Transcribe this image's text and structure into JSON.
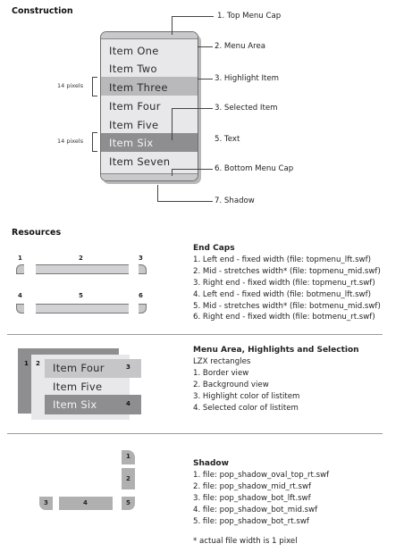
{
  "construction": {
    "title": "Construction",
    "menu_items": [
      "Item One",
      "Item Two",
      "Item Three",
      "Item Four",
      "Item Five",
      "Item Six",
      "Item Seven"
    ],
    "callouts": [
      "1. Top Menu Cap",
      "2. Menu Area",
      "3. Highlight Item",
      "3. Selected Item",
      "5. Text",
      "6. Bottom Menu Cap",
      "7. Shadow"
    ],
    "pixel_label": "14  pixels"
  },
  "resources": {
    "title": "Resources",
    "endcaps": {
      "title": "End Caps",
      "nums": [
        "1",
        "2",
        "3",
        "4",
        "5",
        "6"
      ],
      "items": [
        "1. Left end - fixed width (file: topmenu_lft.swf)",
        "2. Mid - stretches width* (file: topmenu_mid.swf)",
        "3. Right end - fixed width (file: topmenu_rt.swf)",
        "4. Left end - fixed width (file: botmenu_lft.swf)",
        "5.  Mid - stretches width* (file: botmenu_mid.swf)",
        "6. Right end - fixed width (file: botmenu_rt.swf)"
      ]
    },
    "menu_area": {
      "title": "Menu Area, Highlights and Selection",
      "subtitle": "LZX rectangles",
      "nums": [
        "1",
        "2",
        "3",
        "4"
      ],
      "demo_items": [
        "Item Four",
        "Item Five",
        "Item Six"
      ],
      "items": [
        "1. Border view",
        "2. Background view",
        "3. Highlight color of listitem",
        "4. Selected color of listitem"
      ]
    },
    "shadow": {
      "title": "Shadow",
      "nums": [
        "1",
        "2",
        "3",
        "4",
        "5"
      ],
      "items": [
        "1. file: pop_shadow_oval_top_rt.swf",
        "2. file: pop_shadow_mid_rt.swf",
        "3. file: pop_shadow_bot_lft.swf",
        "4. file: pop_shadow_bot_mid.swf",
        "5. file: pop_shadow_bot_rt.swf"
      ]
    },
    "footnote": "* actual file width is 1 pixel"
  },
  "colors": {
    "menu_bg": "#e8e8ea",
    "highlight": "#b9b9bb",
    "selected": "#8e8e90",
    "cap": "#c8c8ca",
    "shadow": "#b0b0b0"
  }
}
